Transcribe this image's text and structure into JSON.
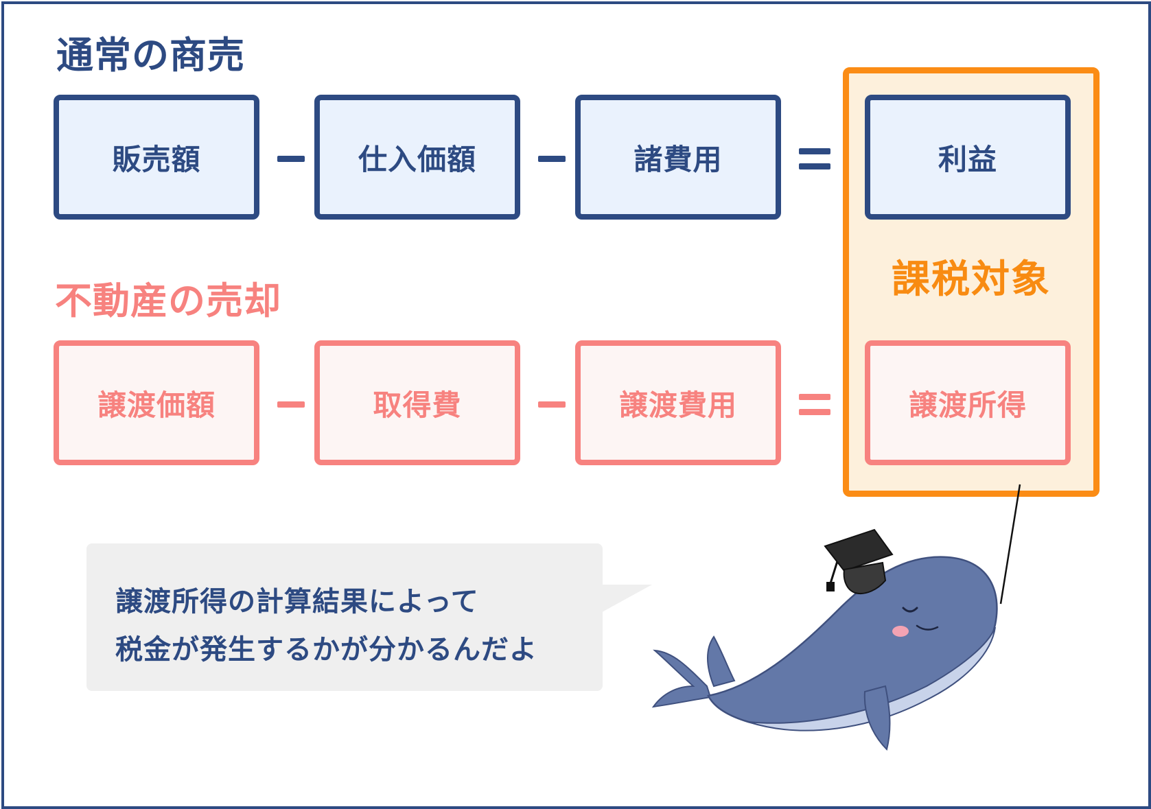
{
  "sections": {
    "normal": {
      "title": "通常の商売",
      "items": [
        "販売額",
        "仕入価額",
        "諸費用",
        "利益"
      ],
      "operators": [
        "−",
        "−",
        "＝"
      ]
    },
    "real_estate": {
      "title": "不動産の売却",
      "items": [
        "譲渡価額",
        "取得費",
        "譲渡費用",
        "譲渡所得"
      ],
      "operators": [
        "−",
        "−",
        "＝"
      ]
    }
  },
  "highlight": {
    "label": "課税対象"
  },
  "speech": {
    "line1": "譲渡所得の計算結果によって",
    "line2": "税金が発生するかが分かるんだよ"
  },
  "character": {
    "icon": "whale-with-graduation-cap"
  },
  "colors": {
    "navy": "#2d4a82",
    "pink": "#f7827f",
    "orange": "#fb8c15",
    "highlight_bg": "#fdf0dc",
    "blue_bg": "#eaf2fd",
    "pink_bg": "#fdf5f4"
  }
}
